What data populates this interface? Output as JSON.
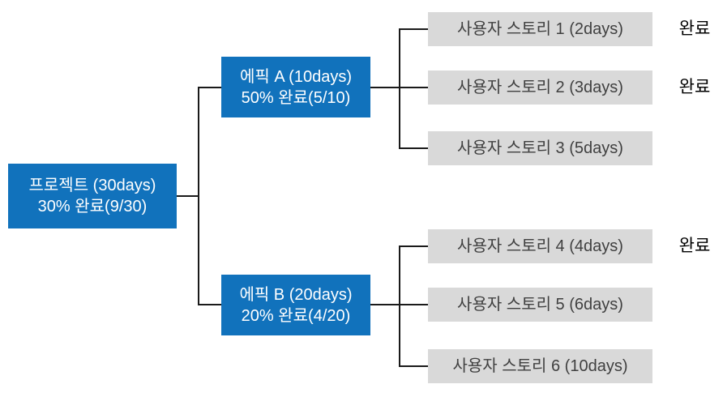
{
  "diagram": {
    "root": {
      "line1": "프로젝트 (30days)",
      "line2": "30% 완료(9/30)"
    },
    "epics": [
      {
        "line1": "에픽 A (10days)",
        "line2": "50% 완료(5/10)"
      },
      {
        "line1": "에픽 B (20days)",
        "line2": "20% 완료(4/20)"
      }
    ],
    "stories": [
      {
        "label": "사용자 스토리 1 (2days)",
        "status": "완료"
      },
      {
        "label": "사용자 스토리 2 (3days)",
        "status": "완료"
      },
      {
        "label": "사용자 스토리 3 (5days)",
        "status": ""
      },
      {
        "label": "사용자 스토리 4 (4days)",
        "status": "완료"
      },
      {
        "label": "사용자 스토리 5 (6days)",
        "status": ""
      },
      {
        "label": "사용자 스토리 6 (10days)",
        "status": ""
      }
    ],
    "colors": {
      "node_blue": "#1172BC",
      "story_gray": "#D9D9D9",
      "node_text": "#FFFFFF",
      "story_text": "#404040",
      "status_text": "#000000",
      "line": "#1A1A1A"
    }
  }
}
